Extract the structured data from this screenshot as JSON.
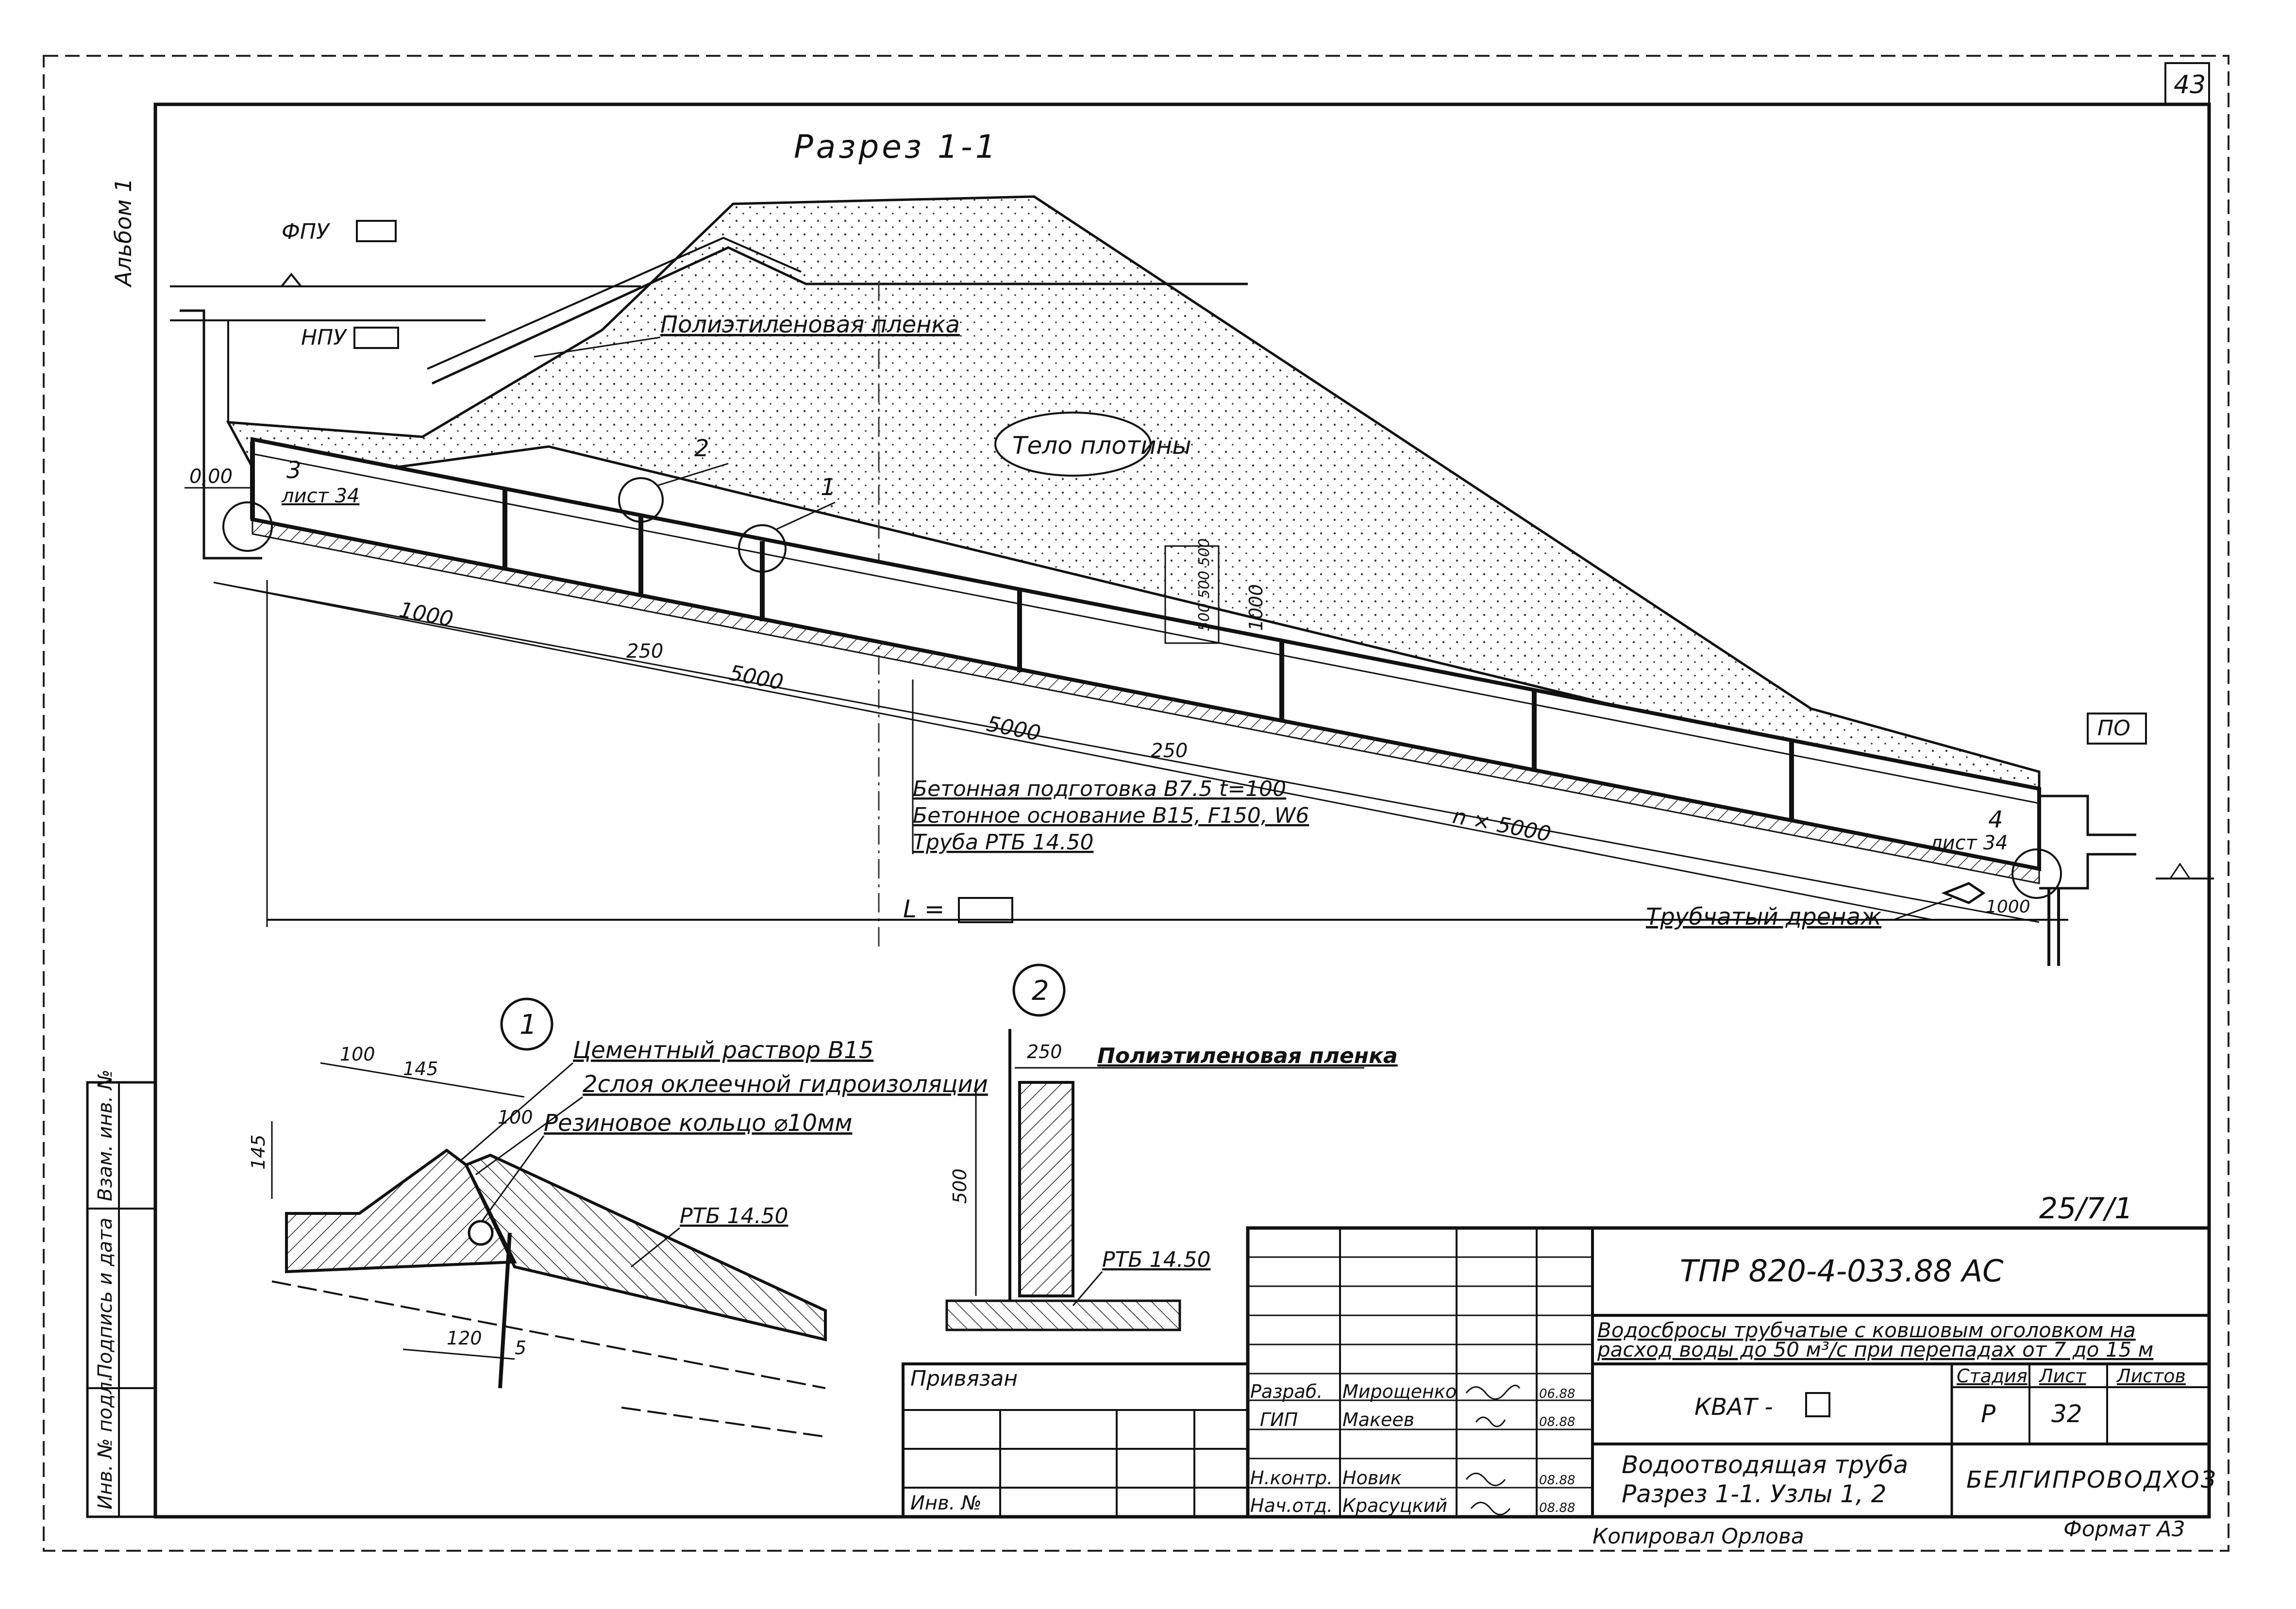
{
  "page_number": "43",
  "album_label": "Альбом 1",
  "section": {
    "title": "Разрез 1-1",
    "fpu_label": "ФПУ",
    "npu_label": "НПУ",
    "po_label": "ПО",
    "film_label": "Полиэтиленовая пленка",
    "dam_body_label": "Тело плотины",
    "elevation": "0,00",
    "node1_marker": "1",
    "node2_marker": "2",
    "node3_marker": "3",
    "node4_marker": "4",
    "sheet_ref_left": "лист 34",
    "sheet_ref_right": "лист 34",
    "dim_1000_left": "1000",
    "dim_250_a": "250",
    "dim_5000_a": "5000",
    "dim_5000_b": "5000",
    "dim_250_b": "250",
    "dim_nx5000": "n × 5000",
    "dim_1000_right": "1000",
    "dim_vertical_1000": "1000",
    "dim_vertical_stack": "500 500 500",
    "layer_1": "Бетонная подготовка В7.5 t=100",
    "layer_2": "Бетонное основание В15, F150, W6",
    "layer_3": "Труба РТБ 14.50",
    "L_label": "L =",
    "drain_label": "Трубчатый дренаж"
  },
  "node1": {
    "marker": "1",
    "callout_1": "Цементный раствор В15",
    "callout_2": "2слоя оклеечной гидроизоляции",
    "callout_3": "Резиновое кольцо ⌀10мм",
    "pipe_label": "РТБ 14.50",
    "dim_100_a": "100",
    "dim_145_a": "145",
    "dim_100_b": "100",
    "dim_145_b": "145",
    "dim_120": "120",
    "dim_5": "5"
  },
  "node2": {
    "marker": "2",
    "dim_250": "250",
    "film_label": "Полиэтиленовая пленка",
    "dim_500": "500",
    "pipe_label": "РТБ 14.50"
  },
  "side_stamp": {
    "col_1": "Инв. № подл.",
    "col_2": "Подпись и дата",
    "col_3": "Взам. инв. №"
  },
  "title_block": {
    "handwritten_code": "25/7/1",
    "doc_code": "ТПР 820-4-033.88    АС",
    "description_line1": "Водосбросы трубчатые с ковшовым оголовком на",
    "description_line2": "расход воды до 50 м³/с при перепадах от 7 до 15 м",
    "privyazan": "Привязан",
    "inv_no": "Инв. №",
    "kvat": "КВАТ -",
    "stage_header": "Стадия",
    "sheet_header": "Лист",
    "sheets_header": "Листов",
    "stage_value": "Р",
    "sheet_value": "32",
    "sheet_title_line1": "Водоотводящая труба",
    "sheet_title_line2": "Разрез 1-1. Узлы 1, 2",
    "organization": "БЕЛГИПРОВОДХОЗ",
    "signatures": [
      {
        "role": "Разраб.",
        "name": "Мирощенко",
        "date": "06.88"
      },
      {
        "role": "ГИП",
        "name": "Макеев",
        "date": "08.88"
      },
      {
        "role": "Н.контр.",
        "name": "Новик",
        "date": "08.88"
      },
      {
        "role": "Нач.отд.",
        "name": "Красуцкий",
        "date": "08.88"
      }
    ]
  },
  "footer": {
    "copied_by": "Копировал Орлова",
    "format": "Формат А3"
  }
}
